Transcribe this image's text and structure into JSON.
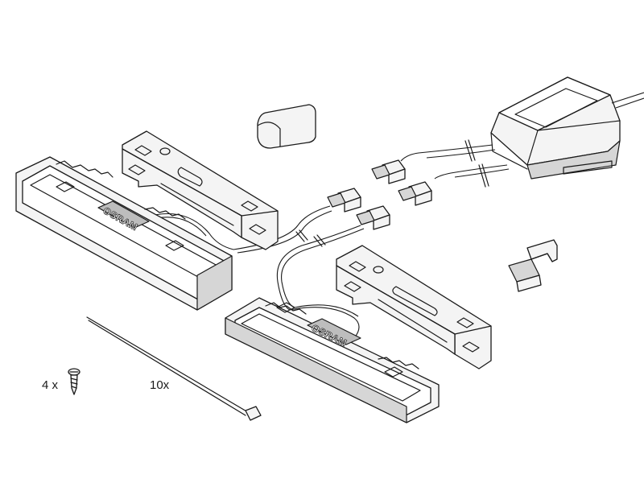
{
  "diagram": {
    "brand_label_1": "OSRAM",
    "brand_label_2": "OSRAM",
    "screw_quantity": "4 x",
    "cable_tie_quantity": "10x"
  },
  "colors": {
    "line": "#1a1a1a",
    "part_fill": "#f4f4f4",
    "shade_fill": "#d6d6d6",
    "background": "#ffffff"
  }
}
